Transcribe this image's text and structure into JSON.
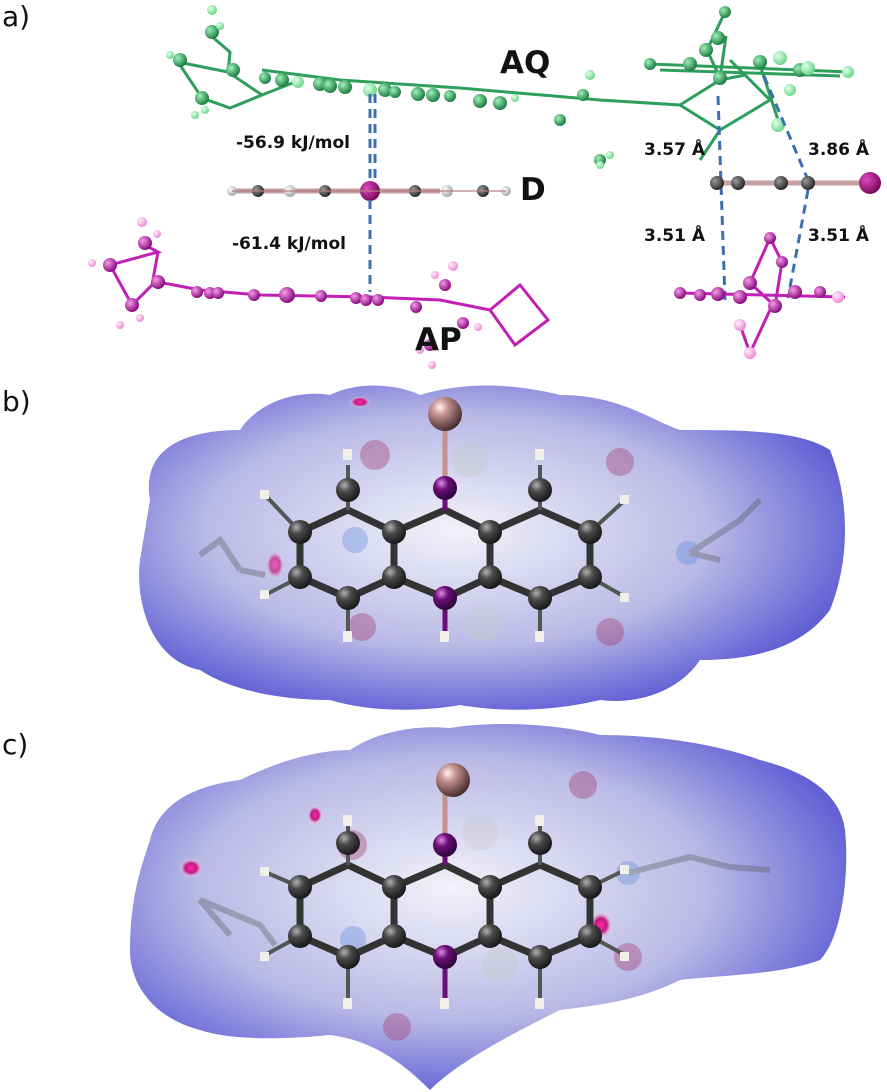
{
  "panels": {
    "a": {
      "label": "a)",
      "molecules": {
        "aq": "AQ",
        "d": "D",
        "ap": "AP"
      },
      "energies": {
        "aq_d": "-56.9 kJ/mol",
        "ap_d": "-61.4 kJ/mol"
      },
      "distances": {
        "top_left": "3.57 Å",
        "top_right": "3.86 Å",
        "bottom_left": "3.51 Å",
        "bottom_right": "3.51 Å"
      }
    },
    "b": {
      "label": "b)"
    },
    "c": {
      "label": "c)"
    }
  },
  "colors": {
    "aq_green": "#2e9e5c",
    "aq_green_light": "#7fe09c",
    "ap_magenta": "#c21fb5",
    "ap_magenta_light": "#f07ce0",
    "donor_carbon": "#3d3d3d",
    "donor_iodine": "#a0107a",
    "contact_dash": "#3a6fb0",
    "surface_blue": "#5a5ad6",
    "surface_white": "#e8e8f4",
    "contact_red": "#d8207a",
    "nitrogen_purple": "#6a0f78",
    "halogen_pink": "#b5868a"
  }
}
